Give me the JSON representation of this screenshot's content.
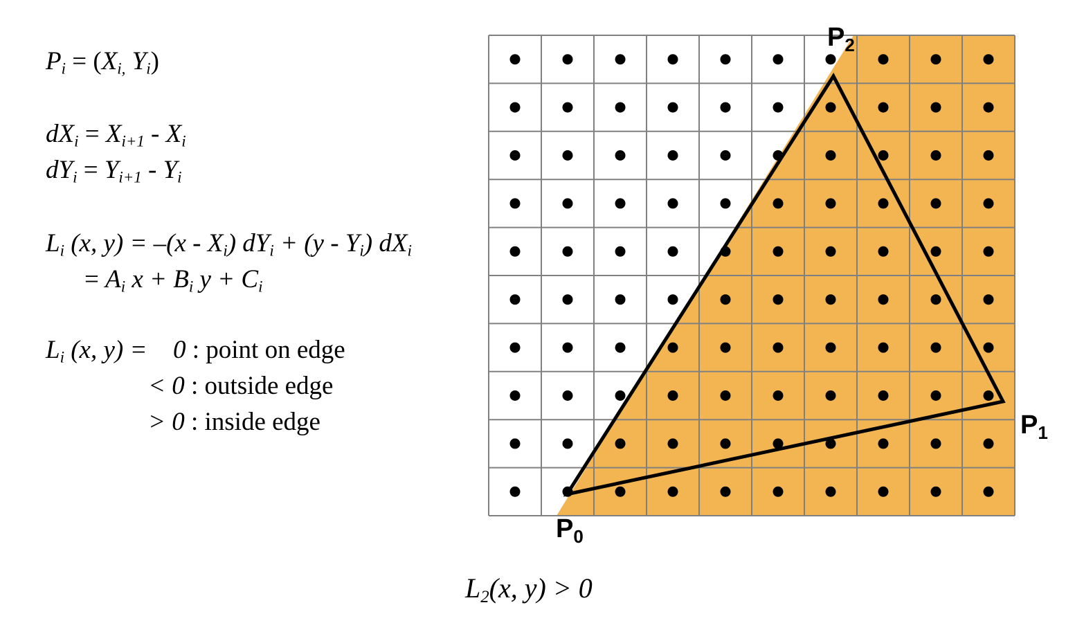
{
  "formulas": {
    "point_def": {
      "lhs": "P",
      "lhs_sub": "i",
      "eq": " = (",
      "x": "X",
      "x_sub": "i,",
      "sep": " ",
      "y": "Y",
      "y_sub": "i",
      "close": ")"
    },
    "dx": {
      "lhs": "dX",
      "lhs_sub": "i",
      "eq": " = ",
      "a": "X",
      "a_sub": "i+1",
      "minus": " - ",
      "b": "X",
      "b_sub": "i"
    },
    "dy": {
      "lhs": "dY",
      "lhs_sub": "i",
      "eq": " = ",
      "a": "Y",
      "a_sub": "i+1",
      "minus": " - ",
      "b": "Y",
      "b_sub": "i"
    },
    "edge_fn_line1": {
      "L": "L",
      "L_sub": "i",
      "args": " (x, y)",
      "eq": "  = –(x - ",
      "X": "X",
      "X_sub": "i",
      "mid": ") dY",
      "dY_sub": "i",
      "plus": "  + (y - ",
      "Y": "Y",
      "Y_sub": "i",
      "end": ") dX",
      "dX_sub": "i"
    },
    "edge_fn_line2": {
      "eq": "= ",
      "A": "A",
      "A_sub": "i",
      "x": " x + ",
      "B": "B",
      "B_sub": "i",
      "y": " y + ",
      "C": "C",
      "C_sub": "i"
    },
    "cases": {
      "L": "L",
      "L_sub": "i",
      "args": " (x, y) = ",
      "rows": [
        {
          "op": "",
          "zero": "0",
          "desc": " : point on edge"
        },
        {
          "op": "< ",
          "zero": "0",
          "desc": " : outside edge"
        },
        {
          "op": "> ",
          "zero": "0",
          "desc": " : inside edge"
        }
      ]
    },
    "caption": {
      "L": "L",
      "L_sub": "2",
      "rest": "(x, y) > 0"
    }
  },
  "grid": {
    "columns": 10,
    "rows": 10
  },
  "vertices": [
    {
      "name": "P",
      "sub": "0"
    },
    {
      "name": "P",
      "sub": "1"
    },
    {
      "name": "P",
      "sub": "2"
    }
  ],
  "colors": {
    "fill": "#F2B552",
    "grid_line": "#808080",
    "edge": "#000000",
    "dot": "#000000"
  }
}
